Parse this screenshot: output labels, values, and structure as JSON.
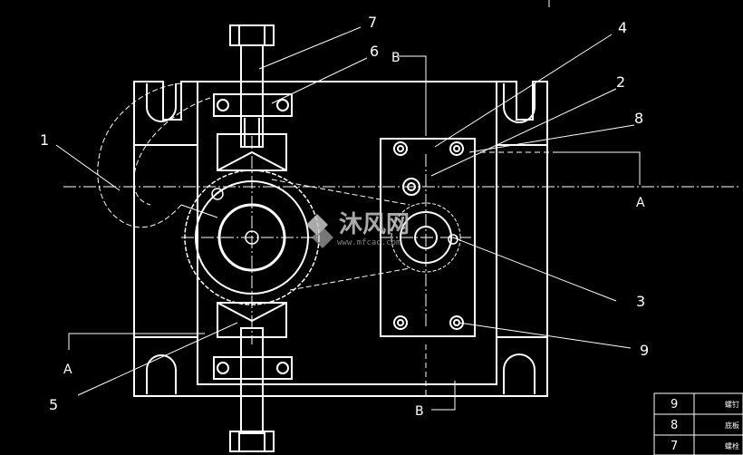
{
  "callouts": [
    {
      "label": "1"
    },
    {
      "label": "2"
    },
    {
      "label": "3"
    },
    {
      "label": "4"
    },
    {
      "label": "5"
    },
    {
      "label": "6"
    },
    {
      "label": "7"
    },
    {
      "label": "8"
    },
    {
      "label": "9"
    }
  ],
  "sections": {
    "a_top": "A",
    "a_bottom": "A",
    "b_top": "B",
    "b_bottom": "B"
  },
  "watermark": {
    "brand": "沐风网",
    "url": "www.mfcad.com",
    "colors": {
      "logo": "#c8c8c8",
      "text": "#9a9a9a"
    }
  },
  "title_block": [
    {
      "no": "9",
      "name": "螺钉"
    },
    {
      "no": "8",
      "name": "底板"
    },
    {
      "no": "7",
      "name": "螺栓"
    }
  ],
  "colors": {
    "background": "#000000",
    "line": "#ffffff"
  }
}
